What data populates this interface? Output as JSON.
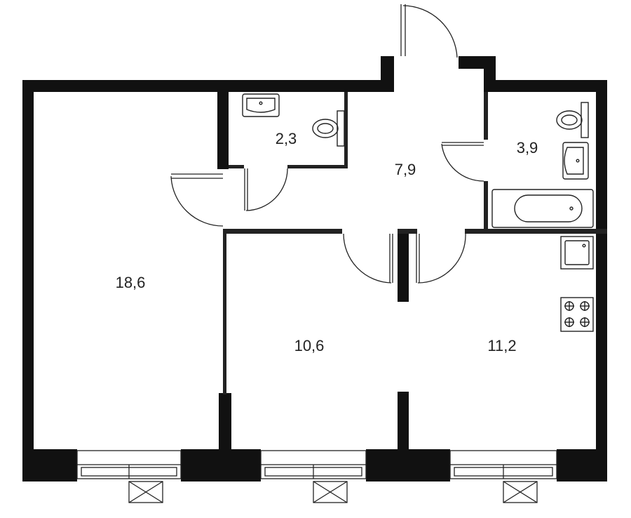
{
  "rooms": [
    {
      "id": "living-room",
      "area": "18,6"
    },
    {
      "id": "bathroom-small",
      "area": "2,3"
    },
    {
      "id": "hallway",
      "area": "7,9"
    },
    {
      "id": "bathroom-large",
      "area": "3,9"
    },
    {
      "id": "bedroom",
      "area": "10,6"
    },
    {
      "id": "kitchen",
      "area": "11,2"
    }
  ],
  "colors": {
    "wall": "#111111",
    "line": "#222222",
    "background": "#ffffff"
  }
}
